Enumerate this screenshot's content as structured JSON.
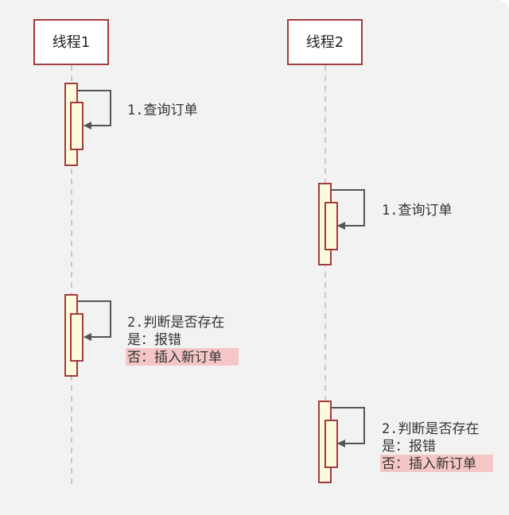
{
  "actors": {
    "thread1": "线程1",
    "thread2": "线程2"
  },
  "messages": {
    "t1_query": "1.查询订单",
    "t2_query": "1.查询订单",
    "t1_check": "2.判断是否存在",
    "t1_yes": "是：报错",
    "t1_no": "否：插入新订单",
    "t2_check": "2.判断是否存在",
    "t2_yes": "是：报错",
    "t2_no": "否：插入新订单"
  },
  "colors": {
    "background": "#f2f2f2",
    "actor_border": "#a23b3b",
    "activation_fill": "#fdfbdc",
    "highlight": "#f4c6c6"
  }
}
